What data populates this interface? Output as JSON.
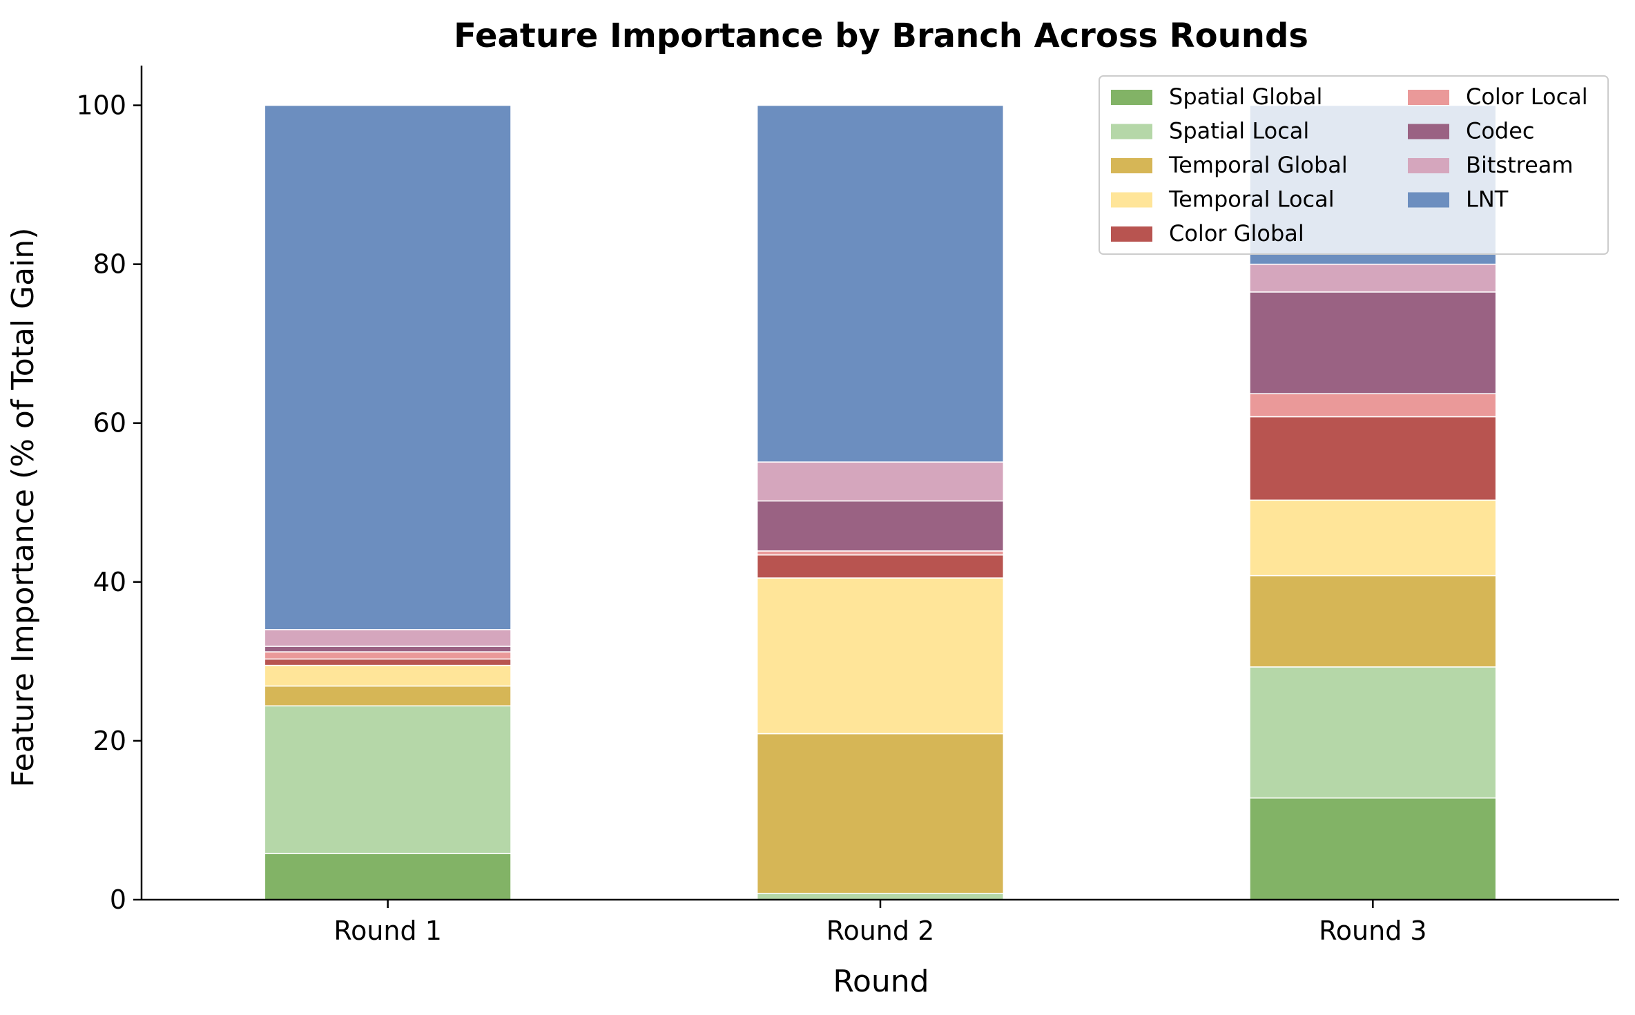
{
  "chart_data": {
    "type": "bar",
    "stacked": true,
    "title": "Feature Importance by Branch Across Rounds",
    "xlabel": "Round",
    "ylabel": "Feature Importance (% of Total Gain)",
    "categories": [
      "Round 1",
      "Round 2",
      "Round 3"
    ],
    "ylim": [
      0,
      105
    ],
    "yticks": [
      0,
      20,
      40,
      60,
      80,
      100
    ],
    "grid": false,
    "legend_position": "top-right",
    "series": [
      {
        "name": "Spatial Global",
        "color": "#82b366",
        "values": [
          5.8,
          0.0,
          12.8
        ]
      },
      {
        "name": "Spatial Local",
        "color": "#b5d7a8",
        "values": [
          18.6,
          0.8,
          16.5
        ]
      },
      {
        "name": "Temporal Global",
        "color": "#d6b656",
        "values": [
          2.5,
          20.1,
          11.5
        ]
      },
      {
        "name": "Temporal Local",
        "color": "#ffe599",
        "values": [
          2.6,
          19.6,
          9.5
        ]
      },
      {
        "name": "Color Global",
        "color": "#b85450",
        "values": [
          0.8,
          2.9,
          10.5
        ]
      },
      {
        "name": "Color Local",
        "color": "#ea9999",
        "values": [
          0.9,
          0.5,
          2.9
        ]
      },
      {
        "name": "Codec",
        "color": "#9a6283",
        "values": [
          0.7,
          6.3,
          12.8
        ]
      },
      {
        "name": "Bitstream",
        "color": "#d5a6bd",
        "values": [
          2.1,
          4.9,
          3.5
        ]
      },
      {
        "name": "LNT",
        "color": "#6c8ebf",
        "values": [
          66.0,
          44.9,
          20.0
        ]
      }
    ]
  }
}
